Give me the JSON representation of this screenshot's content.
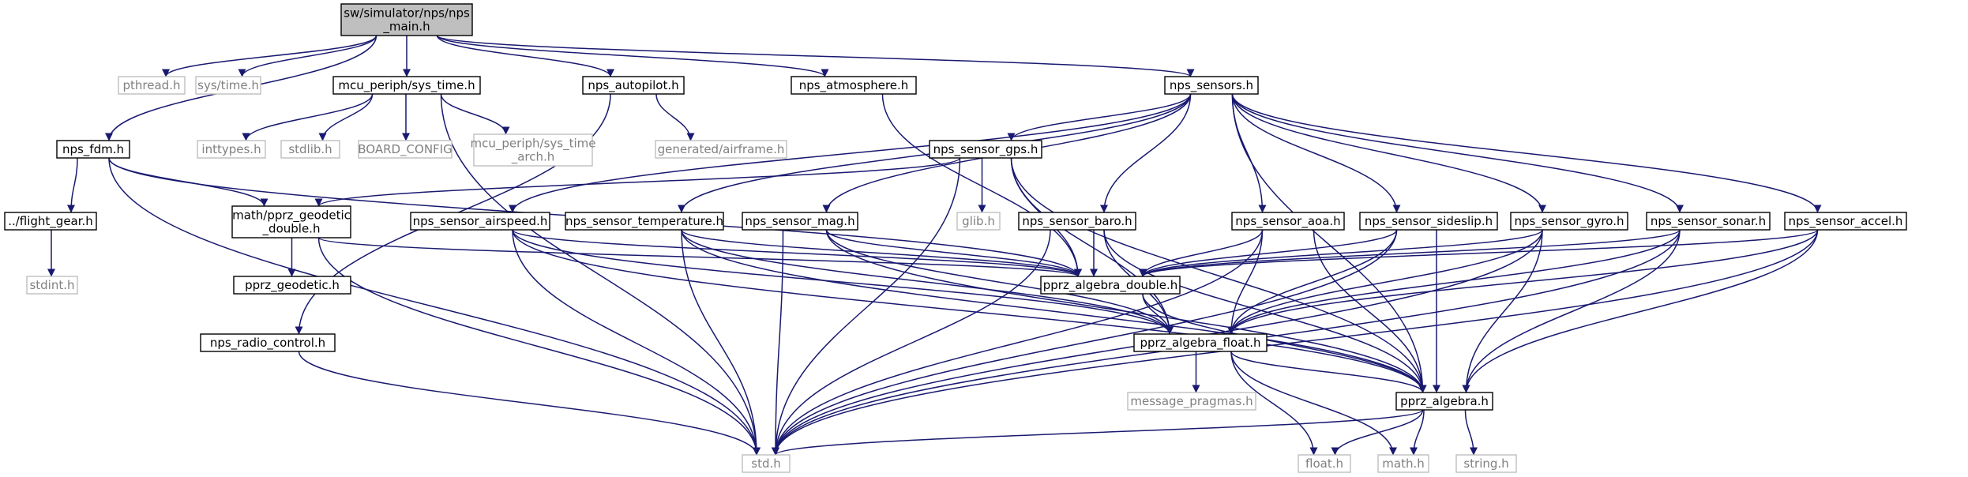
{
  "graph": {
    "colors": {
      "edge": "#191970",
      "root_fill": "#bfbfbf",
      "external_border": "#bfbfbf",
      "external_text": "#808080"
    },
    "nodes": [
      {
        "id": "nps_main",
        "label": "sw/simulator/nps/nps\n_main.h",
        "kind": "root"
      },
      {
        "id": "pthread",
        "label": "pthread.h",
        "kind": "external"
      },
      {
        "id": "systime_std",
        "label": "sys/time.h",
        "kind": "external"
      },
      {
        "id": "mcu_sys_time",
        "label": "mcu_periph/sys_time.h",
        "kind": "linked"
      },
      {
        "id": "nps_autopilot",
        "label": "nps_autopilot.h",
        "kind": "linked"
      },
      {
        "id": "nps_atmosphere",
        "label": "nps_atmosphere.h",
        "kind": "linked"
      },
      {
        "id": "nps_sensors",
        "label": "nps_sensors.h",
        "kind": "linked"
      },
      {
        "id": "nps_fdm",
        "label": "nps_fdm.h",
        "kind": "linked"
      },
      {
        "id": "inttypes",
        "label": "inttypes.h",
        "kind": "external"
      },
      {
        "id": "stdlib",
        "label": "stdlib.h",
        "kind": "external"
      },
      {
        "id": "board_config",
        "label": "BOARD_CONFIG",
        "kind": "external"
      },
      {
        "id": "sys_time_arch",
        "label": "mcu_periph/sys_time\n_arch.h",
        "kind": "external"
      },
      {
        "id": "airframe",
        "label": "generated/airframe.h",
        "kind": "external"
      },
      {
        "id": "nps_sensor_gps",
        "label": "nps_sensor_gps.h",
        "kind": "linked"
      },
      {
        "id": "flight_gear",
        "label": "../flight_gear.h",
        "kind": "linked"
      },
      {
        "id": "pprz_geodetic_double",
        "label": "math/pprz_geodetic\n_double.h",
        "kind": "linked"
      },
      {
        "id": "stdint",
        "label": "stdint.h",
        "kind": "external"
      },
      {
        "id": "pprz_geodetic",
        "label": "pprz_geodetic.h",
        "kind": "linked"
      },
      {
        "id": "nps_radio_control",
        "label": "nps_radio_control.h",
        "kind": "linked"
      },
      {
        "id": "nps_sensor_airspeed",
        "label": "nps_sensor_airspeed.h",
        "kind": "linked"
      },
      {
        "id": "nps_sensor_temperature",
        "label": "nps_sensor_temperature.h",
        "kind": "linked"
      },
      {
        "id": "nps_sensor_mag",
        "label": "nps_sensor_mag.h",
        "kind": "linked"
      },
      {
        "id": "glib",
        "label": "glib.h",
        "kind": "external"
      },
      {
        "id": "nps_sensor_baro",
        "label": "nps_sensor_baro.h",
        "kind": "linked"
      },
      {
        "id": "nps_sensor_aoa",
        "label": "nps_sensor_aoa.h",
        "kind": "linked"
      },
      {
        "id": "nps_sensor_sideslip",
        "label": "nps_sensor_sideslip.h",
        "kind": "linked"
      },
      {
        "id": "nps_sensor_gyro",
        "label": "nps_sensor_gyro.h",
        "kind": "linked"
      },
      {
        "id": "nps_sensor_sonar",
        "label": "nps_sensor_sonar.h",
        "kind": "linked"
      },
      {
        "id": "nps_sensor_accel",
        "label": "nps_sensor_accel.h",
        "kind": "linked"
      },
      {
        "id": "pprz_algebra_double",
        "label": "pprz_algebra_double.h",
        "kind": "linked"
      },
      {
        "id": "pprz_algebra_float",
        "label": "pprz_algebra_float.h",
        "kind": "linked"
      },
      {
        "id": "message_pragmas",
        "label": "message_pragmas.h",
        "kind": "external"
      },
      {
        "id": "pprz_algebra",
        "label": "pprz_algebra.h",
        "kind": "linked"
      },
      {
        "id": "std",
        "label": "std.h",
        "kind": "external"
      },
      {
        "id": "float",
        "label": "float.h",
        "kind": "external"
      },
      {
        "id": "math",
        "label": "math.h",
        "kind": "external"
      },
      {
        "id": "string",
        "label": "string.h",
        "kind": "external"
      }
    ],
    "edges": [
      [
        "nps_main",
        "pthread"
      ],
      [
        "nps_main",
        "systime_std"
      ],
      [
        "nps_main",
        "mcu_sys_time"
      ],
      [
        "nps_main",
        "nps_autopilot"
      ],
      [
        "nps_main",
        "nps_atmosphere"
      ],
      [
        "nps_main",
        "nps_sensors"
      ],
      [
        "nps_main",
        "nps_fdm"
      ],
      [
        "mcu_sys_time",
        "inttypes"
      ],
      [
        "mcu_sys_time",
        "stdlib"
      ],
      [
        "mcu_sys_time",
        "board_config"
      ],
      [
        "mcu_sys_time",
        "sys_time_arch"
      ],
      [
        "mcu_sys_time",
        "std"
      ],
      [
        "nps_autopilot",
        "airframe"
      ],
      [
        "nps_autopilot",
        "nps_radio_control"
      ],
      [
        "nps_atmosphere",
        "pprz_algebra_double"
      ],
      [
        "nps_fdm",
        "flight_gear"
      ],
      [
        "nps_fdm",
        "pprz_geodetic_double"
      ],
      [
        "nps_fdm",
        "pprz_algebra_double"
      ],
      [
        "nps_fdm",
        "std"
      ],
      [
        "flight_gear",
        "stdint"
      ],
      [
        "pprz_geodetic_double",
        "pprz_geodetic"
      ],
      [
        "pprz_geodetic_double",
        "pprz_algebra_double"
      ],
      [
        "pprz_geodetic_double",
        "std"
      ],
      [
        "nps_radio_control",
        "std"
      ],
      [
        "nps_sensors",
        "nps_sensor_gps"
      ],
      [
        "nps_sensors",
        "nps_sensor_airspeed"
      ],
      [
        "nps_sensors",
        "nps_sensor_temperature"
      ],
      [
        "nps_sensors",
        "nps_sensor_mag"
      ],
      [
        "nps_sensors",
        "nps_sensor_baro"
      ],
      [
        "nps_sensors",
        "nps_sensor_aoa"
      ],
      [
        "nps_sensors",
        "nps_sensor_sideslip"
      ],
      [
        "nps_sensors",
        "nps_sensor_gyro"
      ],
      [
        "nps_sensors",
        "nps_sensor_sonar"
      ],
      [
        "nps_sensors",
        "nps_sensor_accel"
      ],
      [
        "nps_sensors",
        "pprz_algebra"
      ],
      [
        "nps_sensor_gps",
        "pprz_geodetic_double"
      ],
      [
        "nps_sensor_gps",
        "glib"
      ],
      [
        "nps_sensor_gps",
        "std"
      ],
      [
        "nps_sensor_gps",
        "pprz_algebra_double"
      ],
      [
        "nps_sensor_gps",
        "pprz_algebra_float"
      ],
      [
        "nps_sensor_gps",
        "pprz_algebra"
      ],
      [
        "nps_sensor_airspeed",
        "pprz_algebra_double"
      ],
      [
        "nps_sensor_airspeed",
        "pprz_algebra_float"
      ],
      [
        "nps_sensor_airspeed",
        "pprz_algebra"
      ],
      [
        "nps_sensor_airspeed",
        "std"
      ],
      [
        "nps_sensor_temperature",
        "pprz_algebra_double"
      ],
      [
        "nps_sensor_temperature",
        "pprz_algebra_float"
      ],
      [
        "nps_sensor_temperature",
        "pprz_algebra"
      ],
      [
        "nps_sensor_temperature",
        "std"
      ],
      [
        "nps_sensor_mag",
        "pprz_algebra_double"
      ],
      [
        "nps_sensor_mag",
        "pprz_algebra_float"
      ],
      [
        "nps_sensor_mag",
        "pprz_algebra"
      ],
      [
        "nps_sensor_mag",
        "std"
      ],
      [
        "nps_sensor_baro",
        "pprz_algebra_double"
      ],
      [
        "nps_sensor_baro",
        "pprz_algebra_float"
      ],
      [
        "nps_sensor_baro",
        "pprz_algebra"
      ],
      [
        "nps_sensor_baro",
        "std"
      ],
      [
        "nps_sensor_aoa",
        "pprz_algebra_double"
      ],
      [
        "nps_sensor_aoa",
        "pprz_algebra_float"
      ],
      [
        "nps_sensor_aoa",
        "pprz_algebra"
      ],
      [
        "nps_sensor_aoa",
        "std"
      ],
      [
        "nps_sensor_sideslip",
        "pprz_algebra_double"
      ],
      [
        "nps_sensor_sideslip",
        "pprz_algebra_float"
      ],
      [
        "nps_sensor_sideslip",
        "pprz_algebra"
      ],
      [
        "nps_sensor_sideslip",
        "std"
      ],
      [
        "nps_sensor_gyro",
        "pprz_algebra_double"
      ],
      [
        "nps_sensor_gyro",
        "pprz_algebra_float"
      ],
      [
        "nps_sensor_gyro",
        "pprz_algebra"
      ],
      [
        "nps_sensor_gyro",
        "std"
      ],
      [
        "nps_sensor_sonar",
        "pprz_algebra_double"
      ],
      [
        "nps_sensor_sonar",
        "pprz_algebra_float"
      ],
      [
        "nps_sensor_sonar",
        "pprz_algebra"
      ],
      [
        "nps_sensor_sonar",
        "std"
      ],
      [
        "nps_sensor_accel",
        "pprz_algebra_double"
      ],
      [
        "nps_sensor_accel",
        "pprz_algebra_float"
      ],
      [
        "nps_sensor_accel",
        "pprz_algebra"
      ],
      [
        "nps_sensor_accel",
        "std"
      ],
      [
        "pprz_algebra_double",
        "pprz_algebra_float"
      ],
      [
        "pprz_algebra_double",
        "pprz_algebra"
      ],
      [
        "pprz_algebra_float",
        "message_pragmas"
      ],
      [
        "pprz_algebra_float",
        "pprz_algebra"
      ],
      [
        "pprz_algebra_float",
        "float"
      ],
      [
        "pprz_algebra_float",
        "math"
      ],
      [
        "pprz_algebra",
        "std"
      ],
      [
        "pprz_algebra",
        "float"
      ],
      [
        "pprz_algebra",
        "math"
      ],
      [
        "pprz_algebra",
        "string"
      ]
    ]
  }
}
